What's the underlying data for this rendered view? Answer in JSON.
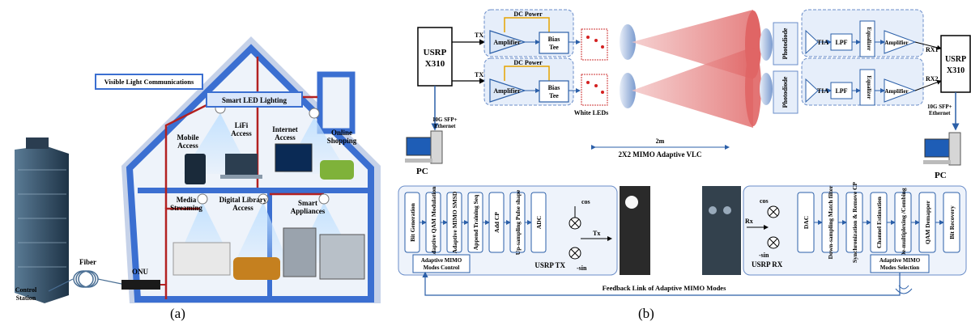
{
  "panel_a": {
    "caption": "(a)",
    "vlc_box": "Visible Light Communications",
    "smart_led": "Smart LED Lighting",
    "labels": {
      "mobile_1": "Mobile",
      "mobile_2": "Access",
      "lifi_1": "LiFi",
      "lifi_2": "Access",
      "internet_1": "Internet",
      "internet_2": "Access",
      "online_1": "Online",
      "online_2": "Shopping",
      "media_1": "Media",
      "media_2": "Streaming",
      "library_1": "Digital Library",
      "library_2": "Access",
      "smart_1": "Smart",
      "smart_2": "Appliances",
      "fiber": "Fiber",
      "onu": "ONU",
      "control_1": "Control",
      "control_2": "Station"
    }
  },
  "panel_b": {
    "caption": "(b)",
    "usrp_1": "USRP",
    "usrp_2": "X310",
    "tx1": "TX1",
    "tx2": "TX2",
    "rx1": "RX1",
    "rx2": "RX2",
    "dc_power": "DC Power",
    "amplifier": "Amplifier",
    "bias_1": "Bias",
    "bias_2": "Tee",
    "white_leds": "White LEDs",
    "photodiode": "Photodiode",
    "tia": "TIA",
    "lpf": "LPF",
    "equalizer": "Equalizer",
    "sfp_1": "10G SFP+",
    "sfp_2": "Ethernet",
    "pc": "PC",
    "distance": "2m",
    "mimo_vlc": "2X2 MIMO Adaptive VLC",
    "tx_blocks": [
      "Bit Generation",
      "Adaptive QAM Modulation",
      "Adaptive MIMO SMSD",
      "Append Training Seq",
      "Add CP",
      "Up-sampling Pulse shape",
      "ADC"
    ],
    "rx_blocks": [
      "DAC",
      "Down-sampling Match filter",
      "Synchronization & Remove CP",
      "Channel Estimation",
      "De-multiplexing /Combing",
      "QAM Demapper",
      "Bit Recovery"
    ],
    "cos": "cos",
    "sin": "-sin",
    "tx": "Tx",
    "rx": "Rx",
    "usrp_tx": "USRP TX",
    "usrp_rx": "USRP RX",
    "mode_control_1": "Adaptive MIMO",
    "mode_control_2": "Modes Control",
    "mode_select_1": "Adaptive MIMO",
    "mode_select_2": "Modes Selection",
    "feedback": "Feedback Link of Adaptive MIMO Modes"
  }
}
